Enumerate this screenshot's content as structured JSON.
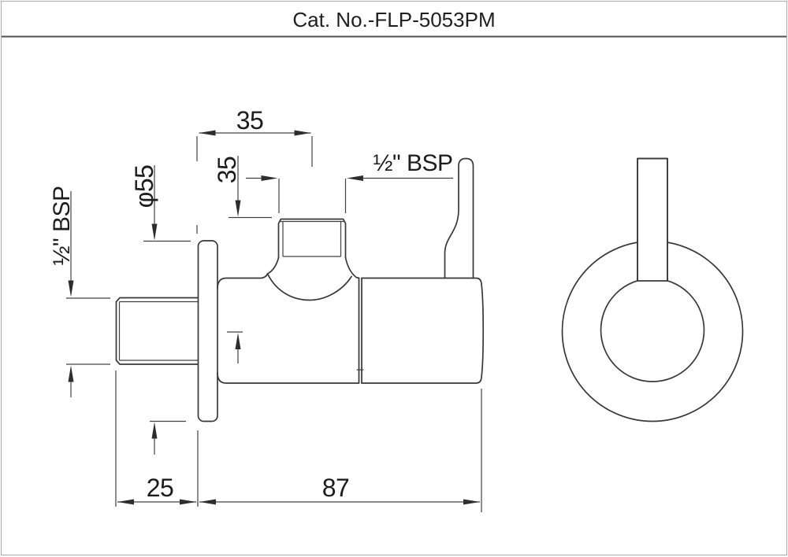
{
  "title": "Cat. No.-FLP-5053PM",
  "product": {
    "drawing_kind": "angle-valve dimensional drawing",
    "views": 2
  },
  "dimensions": {
    "offset_horizontal": {
      "label": "35"
    },
    "offset_vertical": {
      "label": "35"
    },
    "flange_diameter": {
      "label": "φ55"
    },
    "inlet_thread": {
      "label": "½\" BSP"
    },
    "outlet_thread": {
      "label": "½\" BSP"
    },
    "wall_distance": {
      "label": "25"
    },
    "body_length": {
      "label": "87"
    }
  },
  "colors": {
    "background": "#ffffff",
    "line": "#383838",
    "dimension_line": "#424242",
    "text": "#1d1d1d",
    "page_border": "#adadad",
    "title_rule": "#4f4f4f"
  }
}
